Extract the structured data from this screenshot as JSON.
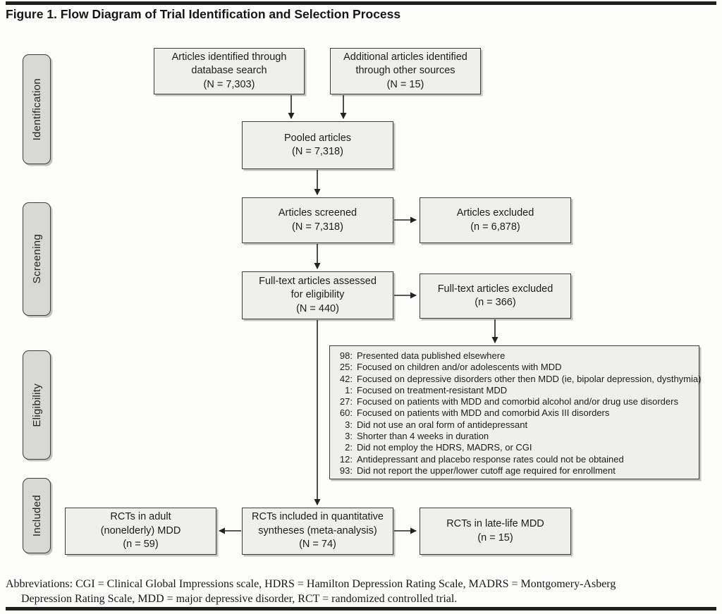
{
  "title": "Figure 1. Flow Diagram of Trial Identification and Selection Process",
  "stages": [
    {
      "label": "Identification"
    },
    {
      "label": "Screening"
    },
    {
      "label": "Eligibility"
    },
    {
      "label": "Included"
    }
  ],
  "boxes": {
    "database": {
      "lines": [
        "Articles identified through",
        "database search",
        "(N = 7,303)"
      ]
    },
    "other_sources": {
      "lines": [
        "Additional articles identified",
        "through other sources",
        "(N = 15)"
      ]
    },
    "pooled": {
      "lines": [
        "Pooled articles",
        "(N = 7,318)"
      ]
    },
    "screened": {
      "lines": [
        "Articles screened",
        "(N = 7,318)"
      ]
    },
    "excluded": {
      "lines": [
        "Articles excluded",
        "(n = 6,878)"
      ]
    },
    "fulltext": {
      "lines": [
        "Full-text articles assessed",
        "for eligibility",
        "(N = 440)"
      ]
    },
    "fulltext_excluded": {
      "lines": [
        "Full-text articles excluded",
        "(n = 366)"
      ]
    },
    "rct_adult": {
      "lines": [
        "RCTs in adult",
        "(nonelderly) MDD",
        "(n = 59)"
      ]
    },
    "rct_included": {
      "lines": [
        "RCTs included in quantitative",
        "syntheses (meta-analysis)",
        "(N = 74)"
      ]
    },
    "rct_late_life": {
      "lines": [
        "RCTs in late-life MDD",
        "(n = 15)"
      ]
    }
  },
  "exclusion_reasons": {
    "items": [
      {
        "n": "98:",
        "text": "Presented data published elsewhere"
      },
      {
        "n": "25:",
        "text": "Focused on children and/or adolescents with MDD"
      },
      {
        "n": "42:",
        "text": "Focused on depressive disorders other then MDD (ie, bipolar depression, dysthymia)"
      },
      {
        "n": "1:",
        "text": "Focused on treatment-resistant MDD"
      },
      {
        "n": "27:",
        "text": "Focused on patients with MDD and comorbid alcohol and/or drug use disorders"
      },
      {
        "n": "60:",
        "text": "Focused on patients with MDD and comorbid Axis III disorders"
      },
      {
        "n": "3:",
        "text": "Did not use an oral form of antidepressant"
      },
      {
        "n": "3:",
        "text": "Shorter than 4 weeks in duration"
      },
      {
        "n": "2:",
        "text": "Did not employ the HDRS, MADRS, or CGI"
      },
      {
        "n": "12:",
        "text": "Antidepressant and placebo response rates could not be obtained"
      },
      {
        "n": "93:",
        "text": "Did not report the upper/lower cutoff age required for enrollment"
      }
    ]
  },
  "footnote": {
    "line1": "Abbreviations: CGI = Clinical Global Impressions scale, HDRS = Hamilton Depression Rating Scale, MADRS = Montgomery-Asberg",
    "line2": "Depression Rating Scale, MDD = major depressive disorder, RCT = randomized controlled trial."
  },
  "colors": {
    "box_fill": "#efefec",
    "box_border": "#3c3c3c",
    "stage_fill": "#d8d8d6",
    "arrow": "#222222",
    "bar": "#1f1f1f"
  }
}
